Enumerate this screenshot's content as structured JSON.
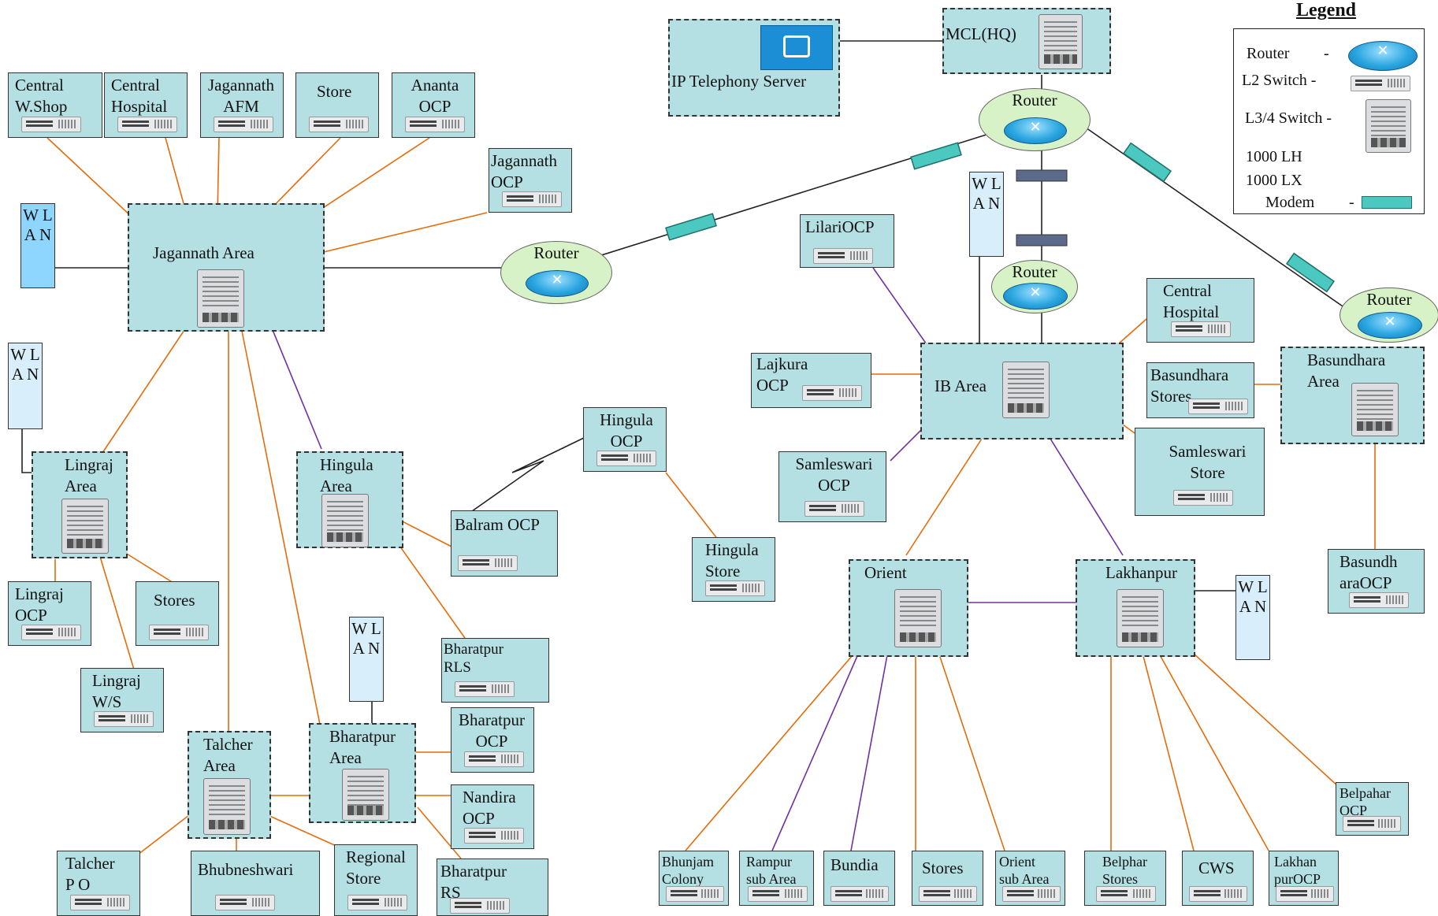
{
  "legend": {
    "title": "Legend",
    "router": "Router",
    "router_dash": "-",
    "l2": "L2 Switch -",
    "l3": "L3/4 Switch -",
    "lh": "1000 LH",
    "lx": "1000 LX",
    "modem": "Modem",
    "modem_dash": "-"
  },
  "colors": {
    "node_fill": "#b4e0e4",
    "lh_line": "#7030a0",
    "lx_line": "#e46c0a",
    "router_bg": "#d6f2c6",
    "wlan": "#8fd6ff"
  },
  "top": {
    "ip_telephony": "IP Telephony Server",
    "mcl_hq": "MCL(HQ)"
  },
  "routers": {
    "main": "Router",
    "jagannath": "Router",
    "ib": "Router",
    "basundhara": "Router"
  },
  "wlan": [
    "W\nL\nA\nN",
    "W\nL\nA\nN",
    "W\nL\nA\nN",
    "W\nL\nA\nN",
    "W\nL\nA\nN"
  ],
  "nodes": {
    "central_wshop": "Central\nW.Shop",
    "central_hospital_j": "Central\nHospital",
    "jagannath_afm": "Jagannath\nAFM",
    "store_j": "Store",
    "ananta_ocp": "Ananta\nOCP",
    "jagannath_ocp": "Jagannath\nOCP",
    "jagannath_area": "Jagannath Area",
    "lingraj_area": "Lingraj\nArea",
    "lingraj_ocp": "Lingraj\nOCP",
    "stores_l": "Stores",
    "lingraj_ws": "Lingraj\nW/S",
    "hingula_area": "Hingula\nArea",
    "balram_ocp": "Balram OCP",
    "hingula_ocp": "Hingula\nOCP",
    "hingula_store": "Hingula\nStore",
    "bharatpur_rls": "Bharatpur\nRLS",
    "talcher_area": "Talcher\nArea",
    "bharatpur_area": "Bharatpur\nArea",
    "bharatpur_ocp": "Bharatpur\nOCP",
    "nandira_ocp": "Nandira\n      OCP",
    "talcher_po": "Talcher\nP O",
    "bhubneshwari": "Bhubneshwari",
    "regional_store": "Regional\nStore",
    "bharatpur_rs": "Bharatpur\nRS",
    "lilari_ocp": "LilariOCP",
    "lajkura_ocp": "Lajkura\nOCP",
    "ib_area": "IB Area",
    "central_hospital_ib": "Central\nHospital",
    "basundhara_stores": "Basundhara\nStores",
    "basundhara_area": "Basundhara\nArea",
    "samleswari_ocp": "Samleswari\nOCP",
    "samleswari_store": "Samleswari\nStore",
    "basundhara_ocp": "Basundh\naraOCP",
    "orient": "Orient",
    "lakhanpur": "Lakhanpur",
    "bhunjam_colony": "Bhunjam\nColony",
    "rampur_sub_area": "Rampur\nsub Area",
    "bundia": "Bundia",
    "stores_o": "Stores",
    "orient_sub_area": "Orient\nsub Area",
    "belphar_stores": "Belphar\nStores",
    "cws": "CWS",
    "lakhan_pur_ocp": "Lakhan\npurOCP",
    "belpahar_ocp": "Belpahar\nOCP"
  }
}
